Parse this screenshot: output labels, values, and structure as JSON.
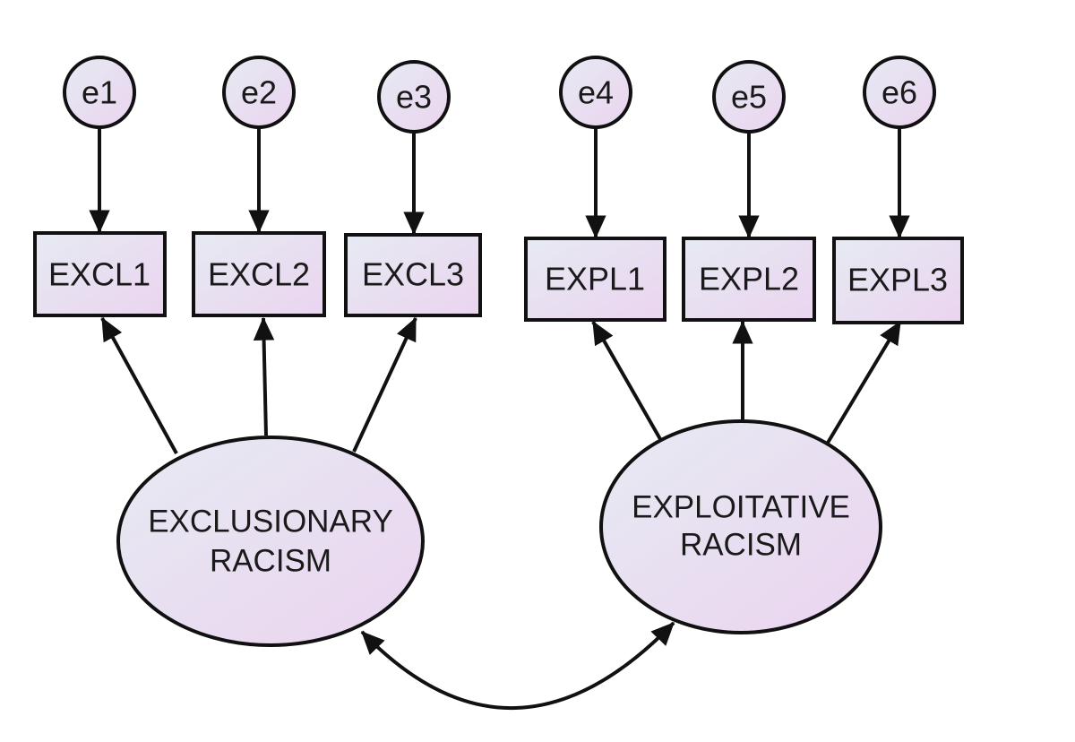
{
  "errors": [
    {
      "id": "e1",
      "label": "e1"
    },
    {
      "id": "e2",
      "label": "e2"
    },
    {
      "id": "e3",
      "label": "e3"
    },
    {
      "id": "e4",
      "label": "e4"
    },
    {
      "id": "e5",
      "label": "e5"
    },
    {
      "id": "e6",
      "label": "e6"
    }
  ],
  "observed": [
    {
      "id": "excl1",
      "label": "EXCL1"
    },
    {
      "id": "excl2",
      "label": "EXCL2"
    },
    {
      "id": "excl3",
      "label": "EXCL3"
    },
    {
      "id": "expl1",
      "label": "EXPL1"
    },
    {
      "id": "expl2",
      "label": "EXPL2"
    },
    {
      "id": "expl3",
      "label": "EXPL3"
    }
  ],
  "latent": [
    {
      "id": "exclusionary",
      "lines": [
        "EXCLUSIONARY",
        "RACISM"
      ]
    },
    {
      "id": "exploitative",
      "lines": [
        "EXPLOITATIVE",
        "RACISM"
      ]
    }
  ],
  "colors": {
    "fill_light": "#e6eaf2",
    "fill_pink": "#ebd4f0",
    "stroke": "#111111"
  }
}
